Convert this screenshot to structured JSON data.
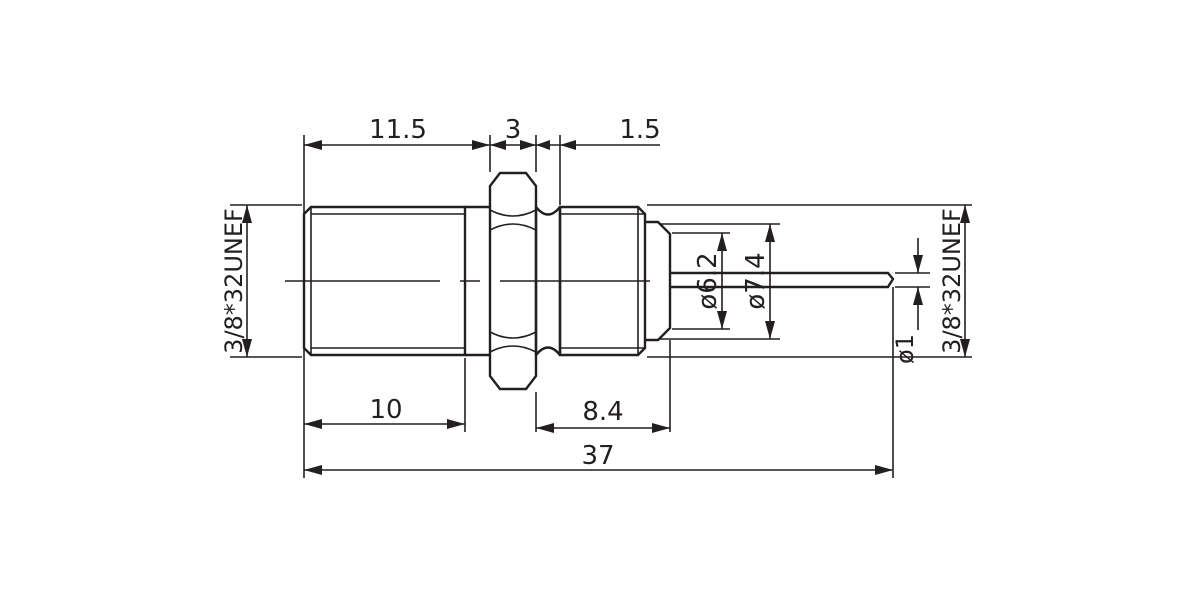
{
  "drawing": {
    "dims": {
      "top_left": "11.5",
      "top_mid": "3",
      "top_right": "1.5",
      "bottom_left": "10",
      "bottom_mid": "8.4",
      "overall": "37",
      "dia_inner": "ø6.2",
      "dia_outer": "ø7.4",
      "dia_pin": "ø1",
      "thread_left": "3/8*32UNEF",
      "thread_right": "3/8*32UNEF"
    }
  }
}
